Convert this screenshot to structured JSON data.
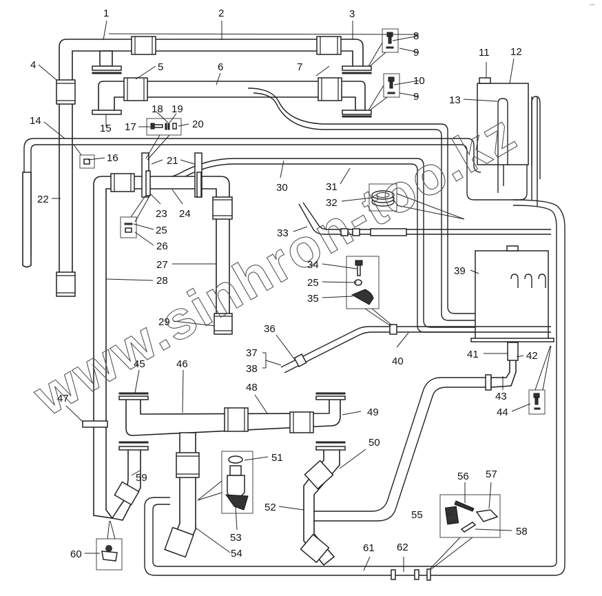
{
  "diagram": {
    "title": "",
    "watermark": "www.sinhron-too.kz",
    "corner_mark": "---",
    "callouts": [
      {
        "id": "1"
      },
      {
        "id": "2"
      },
      {
        "id": "3"
      },
      {
        "id": "4"
      },
      {
        "id": "5"
      },
      {
        "id": "6"
      },
      {
        "id": "7"
      },
      {
        "id": "8"
      },
      {
        "id": "9"
      },
      {
        "id": "10"
      },
      {
        "id": "11"
      },
      {
        "id": "12"
      },
      {
        "id": "13"
      },
      {
        "id": "14"
      },
      {
        "id": "15"
      },
      {
        "id": "16"
      },
      {
        "id": "17"
      },
      {
        "id": "18"
      },
      {
        "id": "19"
      },
      {
        "id": "20"
      },
      {
        "id": "21"
      },
      {
        "id": "22"
      },
      {
        "id": "23"
      },
      {
        "id": "24"
      },
      {
        "id": "25"
      },
      {
        "id": "26"
      },
      {
        "id": "27"
      },
      {
        "id": "28"
      },
      {
        "id": "29"
      },
      {
        "id": "30"
      },
      {
        "id": "31"
      },
      {
        "id": "32"
      },
      {
        "id": "33"
      },
      {
        "id": "34"
      },
      {
        "id": "35"
      },
      {
        "id": "36"
      },
      {
        "id": "37"
      },
      {
        "id": "38"
      },
      {
        "id": "39"
      },
      {
        "id": "40"
      },
      {
        "id": "41"
      },
      {
        "id": "42"
      },
      {
        "id": "43"
      },
      {
        "id": "44"
      },
      {
        "id": "45"
      },
      {
        "id": "46"
      },
      {
        "id": "47"
      },
      {
        "id": "48"
      },
      {
        "id": "49"
      },
      {
        "id": "50"
      },
      {
        "id": "51"
      },
      {
        "id": "52"
      },
      {
        "id": "53"
      },
      {
        "id": "54"
      },
      {
        "id": "55"
      },
      {
        "id": "56"
      },
      {
        "id": "57"
      },
      {
        "id": "58"
      },
      {
        "id": "59"
      },
      {
        "id": "60"
      },
      {
        "id": "61"
      },
      {
        "id": "62"
      }
    ],
    "labels": {
      "c1": "1",
      "c2": "2",
      "c3": "3",
      "c4": "4",
      "c5": "5",
      "c6": "6",
      "c7": "7",
      "c8": "8",
      "c9a": "9",
      "c9b": "9",
      "c10": "10",
      "c11": "11",
      "c12": "12",
      "c13": "13",
      "c14": "14",
      "c15": "15",
      "c16": "16",
      "c17": "17",
      "c18": "18",
      "c19": "19",
      "c20": "20",
      "c21": "21",
      "c22": "22",
      "c23": "23",
      "c24": "24",
      "c25a": "25",
      "c25b": "25",
      "c26": "26",
      "c27": "27",
      "c28": "28",
      "c29": "29",
      "c30": "30",
      "c31": "31",
      "c32": "32",
      "c33": "33",
      "c34": "34",
      "c35": "35",
      "c36": "36",
      "c37": "37",
      "c38": "38",
      "c39": "39",
      "c40": "40",
      "c41": "41",
      "c42": "42",
      "c43": "43",
      "c44": "44",
      "c45": "45",
      "c46": "46",
      "c47": "47",
      "c48": "48",
      "c49": "49",
      "c50": "50",
      "c51": "51",
      "c52": "52",
      "c53": "53",
      "c54": "54",
      "c55": "55",
      "c56": "56",
      "c57": "57",
      "c58": "58",
      "c59": "59",
      "c60": "60",
      "c61": "61",
      "c62": "62"
    }
  }
}
